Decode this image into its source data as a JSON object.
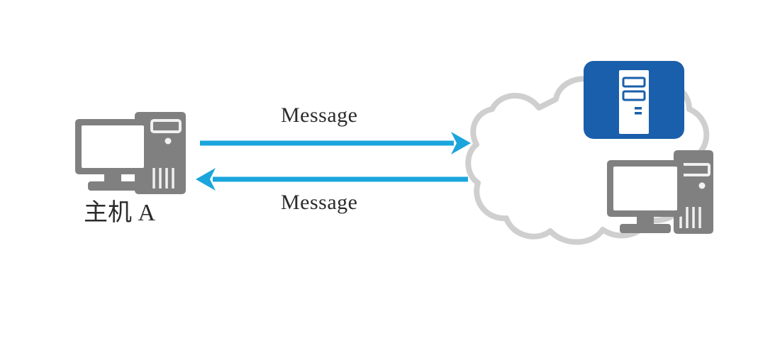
{
  "diagram": {
    "title": "Host A exchanging messages with a network cloud",
    "background_color": "#ffffff",
    "nodes": [
      {
        "id": "host-a",
        "label": "主机 A",
        "icon": "desktop-computer-icon",
        "color": "#808080",
        "screen_color": "#ffffff"
      },
      {
        "id": "network-cloud",
        "label": "",
        "icon": "cloud-icon",
        "stroke_color": "#cfcfcf",
        "fill_color": "#ffffff"
      },
      {
        "id": "cloud-server",
        "label": "",
        "icon": "server-icon",
        "color": "#1a5fab",
        "tower_color": "#ffffff"
      },
      {
        "id": "cloud-computer",
        "label": "",
        "icon": "desktop-computer-icon",
        "color": "#808080",
        "screen_color": "#ffffff"
      }
    ],
    "arrows": [
      {
        "id": "arrow-outbound",
        "label": "Message",
        "direction": "right",
        "color": "#1ba5dd"
      },
      {
        "id": "arrow-inbound",
        "label": "Message",
        "direction": "left",
        "color": "#1ba5dd"
      }
    ],
    "colors": {
      "arrow_blue": "#1ba5dd",
      "server_blue": "#1a5fab",
      "device_gray": "#808080",
      "cloud_gray": "#cfcfcf",
      "text": "#2b2b2b"
    }
  }
}
